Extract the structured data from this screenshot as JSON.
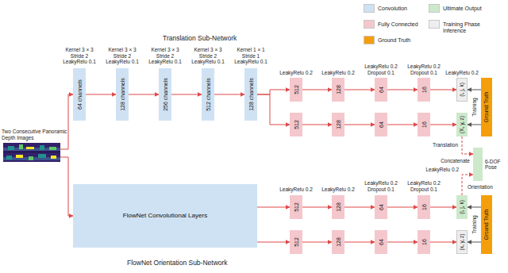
{
  "diagram": {
    "nodes": [
      {
        "text": [
          "Two Consecutive Panoramic Depth Images"
        ]
      },
      {
        "text": [
          "64 channels"
        ]
      },
      {
        "text": [
          "128 channels"
        ]
      },
      {
        "text": [
          "256 channels"
        ]
      },
      {
        "text": [
          "512 channels"
        ]
      },
      {
        "text": [
          "128 channels"
        ]
      },
      {
        "text": [
          "512"
        ]
      },
      {
        "text": [
          "128"
        ]
      },
      {
        "text": [
          "64"
        ]
      },
      {
        "text": [
          "16"
        ]
      },
      {
        "text": [
          "512"
        ]
      },
      {
        "text": [
          "128"
        ]
      },
      {
        "text": [
          "64"
        ]
      },
      {
        "text": [
          "16"
        ]
      },
      {
        "text": [
          "(i, j, k)"
        ]
      },
      {
        "text": [
          "(X, y, z)"
        ]
      },
      {
        "text": [
          "Ground Truth"
        ]
      },
      {
        "text": [
          "6-DOF Pose"
        ]
      },
      {
        "text": [
          "FlowNet Convolutional Layers"
        ]
      },
      {
        "text": [
          "512"
        ]
      },
      {
        "text": [
          "128"
        ]
      },
      {
        "text": [
          "64"
        ]
      },
      {
        "text": [
          "16"
        ]
      },
      {
        "text": [
          "512"
        ]
      },
      {
        "text": [
          "128"
        ]
      },
      {
        "text": [
          "64"
        ]
      },
      {
        "text": [
          "16"
        ]
      },
      {
        "text": [
          "(i, j, k)"
        ]
      },
      {
        "text": [
          "(x, y, z)"
        ]
      },
      {
        "text": [
          "Ground Truth"
        ]
      }
    ],
    "edges": [
      {
        "from": 0,
        "to": 1,
        "arrow": "to"
      },
      {
        "from": 1,
        "to": 2,
        "arrow": "to"
      },
      {
        "from": 2,
        "to": 3,
        "arrow": "to"
      },
      {
        "from": 3,
        "to": 4,
        "arrow": "to"
      },
      {
        "from": 4,
        "to": 5,
        "arrow": "to"
      },
      {
        "from": 5,
        "to": 6,
        "arrow": "to"
      },
      {
        "from": 5,
        "to": 10,
        "arrow": "to"
      },
      {
        "from": 6,
        "to": 7,
        "arrow": "to"
      },
      {
        "from": 7,
        "to": 8,
        "arrow": "to"
      },
      {
        "from": 8,
        "to": 9,
        "arrow": "to"
      },
      {
        "from": 10,
        "to": 11,
        "arrow": "to"
      },
      {
        "from": 11,
        "to": 12,
        "arrow": "to"
      },
      {
        "from": 12,
        "to": 13,
        "arrow": "to"
      },
      {
        "from": 9,
        "to": 14,
        "arrow": "to"
      },
      {
        "from": 13,
        "to": 15,
        "arrow": "to"
      },
      {
        "from": 16,
        "to": 14,
        "arrow": "to"
      },
      {
        "from": 16,
        "to": 15,
        "arrow": "to"
      },
      {
        "from": 15,
        "to": 17,
        "label": "Translation",
        "arrow": "to"
      },
      {
        "from": 0,
        "to": 18,
        "arrow": "to"
      },
      {
        "from": 18,
        "to": 19,
        "arrow": "to"
      },
      {
        "from": 18,
        "to": 23,
        "arrow": "to"
      },
      {
        "from": 19,
        "to": 20,
        "arrow": "to"
      },
      {
        "from": 20,
        "to": 21,
        "arrow": "to"
      },
      {
        "from": 21,
        "to": 22,
        "arrow": "to"
      },
      {
        "from": 23,
        "to": 24,
        "arrow": "to"
      },
      {
        "from": 24,
        "to": 25,
        "arrow": "to"
      },
      {
        "from": 25,
        "to": 26,
        "arrow": "to"
      },
      {
        "from": 22,
        "to": 27,
        "arrow": "to"
      },
      {
        "from": 26,
        "to": 28,
        "arrow": "to"
      },
      {
        "from": 29,
        "to": 27,
        "arrow": "to"
      },
      {
        "from": 29,
        "to": 28,
        "arrow": "to"
      },
      {
        "from": 27,
        "to": 17,
        "label": "Orientation",
        "arrow": "to"
      }
    ],
    "labels": [
      "Translation Sub-Network",
      "Kernel 3 × 3",
      "Stride 2",
      "LeakyRelu 0.1",
      "Kernel 3 × 3",
      "Stride 2",
      "LeakyRelu 0.1",
      "Kernel 3 × 3",
      "Stride 2",
      "LeakyRelu 0.1",
      "Kernel 3 × 3",
      "Stride 2",
      "LeakyRelu 0.1",
      "Kernel 1 × 1",
      "Stride 1",
      "LeakyRelu 0.1",
      "LeakyRelu 0.2",
      "LeakyRelu 0.2",
      "LeakyRelu 0.2",
      "Dropout 0.1",
      "LeakyRelu 0.2",
      "Dropout 0.1",
      "LeakyRelu 0.2",
      "Training",
      "Concatenate",
      "LeakyRelu 0.2",
      "LeakyRelu 0.2",
      "LeakyRelu 0.2",
      "Dropout 0.1",
      "LeakyRelu 0.2",
      "Dropout 0.1",
      "LeakyRelu 0.2",
      "Training",
      "FlowNet Orientation Sub-Network"
    ],
    "legend": [
      {
        "text": "Convolution",
        "color": "#cfe2f3"
      },
      {
        "text": "Ultimate Output",
        "color": "#cde9cb"
      },
      {
        "text": "Fully Connected",
        "color": "#f4c7cc"
      },
      {
        "text": "Training Phase Inference",
        "color": "#eeeeee"
      },
      {
        "text": "Ground Truth",
        "color": "#f59e0b"
      }
    ]
  }
}
